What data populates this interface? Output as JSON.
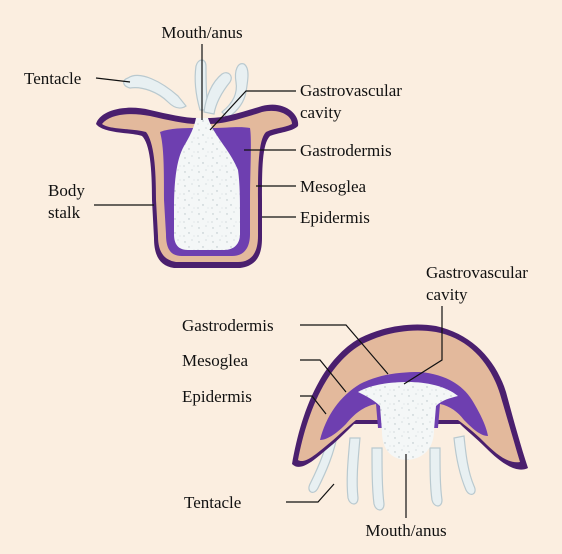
{
  "polyp": {
    "mouth_label": "Mouth/anus",
    "tentacle_label": "Tentacle",
    "cavity_label_line1": "Gastrovascular",
    "cavity_label_line2": "cavity",
    "gastrodermis_label": "Gastrodermis",
    "mesoglea_label": "Mesoglea",
    "epidermis_label": "Epidermis",
    "body_stalk_line1": "Body",
    "body_stalk_line2": "stalk"
  },
  "medusa": {
    "cavity_label_line1": "Gastrovascular",
    "cavity_label_line2": "cavity",
    "gastrodermis_label": "Gastrodermis",
    "mesoglea_label": "Mesoglea",
    "epidermis_label": "Epidermis",
    "tentacle_label": "Tentacle",
    "mouth_label": "Mouth/anus"
  },
  "colors": {
    "background": "#fbeee0",
    "epidermis": "#4a1f6e",
    "mesoglea": "#e3b99c",
    "gastrodermis": "#6e3fb0",
    "cavity": "#f4f7f7",
    "tentacle": "#e8f0f2"
  }
}
